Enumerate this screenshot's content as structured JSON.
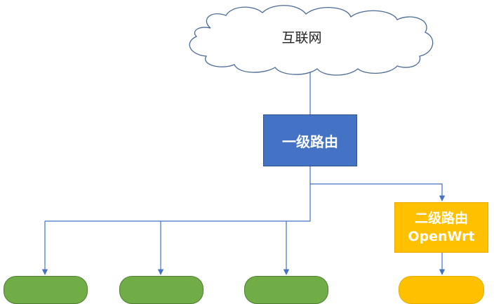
{
  "nodes": {
    "internet": {
      "label": "互联网"
    },
    "primary_router": {
      "label": "一级路由"
    },
    "secondary_router": {
      "label_line1": "二级路由",
      "label_line2": "OpenWrt"
    }
  },
  "colors": {
    "connector": "#4472C4",
    "primary_fill": "#4472C4",
    "secondary_fill": "#FFC000",
    "leaf_green": "#70AD47",
    "leaf_orange": "#FFC000"
  }
}
